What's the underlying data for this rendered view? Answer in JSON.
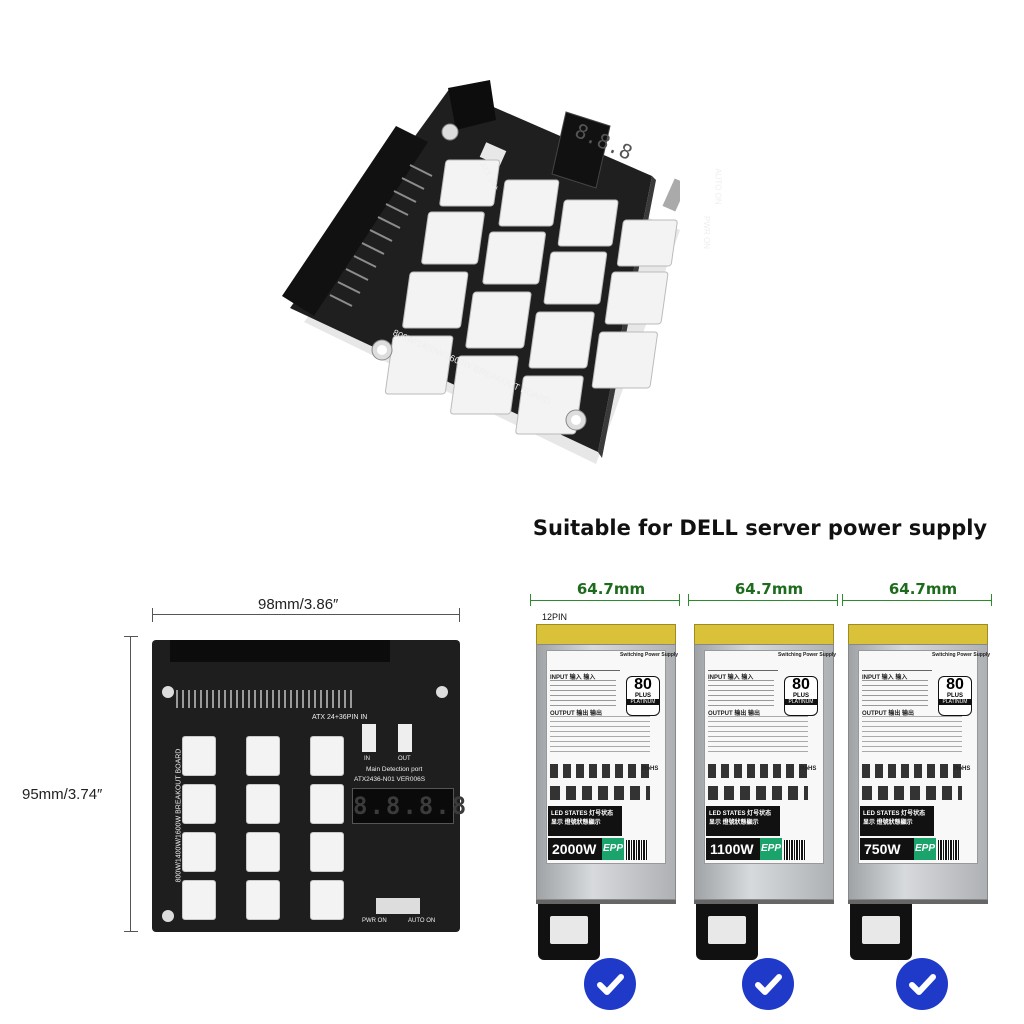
{
  "headline": "Suitable for DELL server power supply",
  "board_top": {
    "silk_text": "800W/1400W/1600W BREAKOUT BOARD",
    "label_atx": "ATX 24+",
    "label_power": "PWR ON",
    "label_auto": "AUTO ON"
  },
  "board_front": {
    "width_label": "98mm/3.86″",
    "height_label": "95mm/3.74″",
    "label_atx": "ATX 24+36PIN IN",
    "label_in": "IN",
    "label_out": "OUT",
    "label_detect": "Main Detection port",
    "label_model": "ATX2436-N01  VER006S",
    "display_value": "8.8.8.8",
    "label_pwr": "PWR ON",
    "label_auto": "AUTO ON",
    "silk_text": "800W/1400W/1600W BREAKOUT BOARD"
  },
  "psus": [
    {
      "width": "64.7mm",
      "watt": "2000W",
      "pin_label": "12PIN",
      "epp": "EPP"
    },
    {
      "width": "64.7mm",
      "watt": "1100W",
      "pin_label": "",
      "epp": "EPP"
    },
    {
      "width": "64.7mm",
      "watt": "750W",
      "pin_label": "",
      "epp": "EPP"
    }
  ],
  "psu_common": {
    "plus_80": "80",
    "plus_word": "PLUS",
    "plus_grade": "PLATINUM",
    "input_label": "INPUT 输入 输入",
    "output_label": "OUTPUT 输出 输出",
    "led_label": "LED STATES 灯号状态显示 燈號狀態顯示",
    "rohs": "RoHS",
    "switching": "Switching Power Supply"
  },
  "colors": {
    "board": "#1e1e1e",
    "connector": "#f4f4f4",
    "psu_silver": "#b9bcbf",
    "gold": "#d9c23a",
    "check_blue": "#1f39c8",
    "dim_green": "#2d8a2d",
    "epp_green": "#1aa36a"
  }
}
